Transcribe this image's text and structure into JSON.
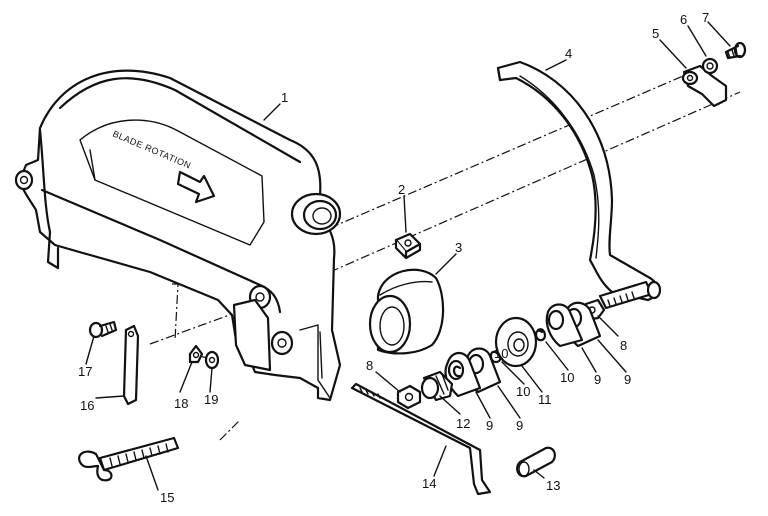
{
  "diagram": {
    "guard_text": "BLADE ROTATION",
    "labels": [
      "1",
      "2",
      "3",
      "4",
      "5",
      "6",
      "7",
      "8",
      "8",
      "9",
      "9",
      "9",
      "9",
      "10",
      "10",
      "10",
      "11",
      "12",
      "13",
      "14",
      "15",
      "16",
      "17",
      "18",
      "19"
    ]
  },
  "colors": {
    "ink": "#111111",
    "paper": "#ffffff"
  }
}
